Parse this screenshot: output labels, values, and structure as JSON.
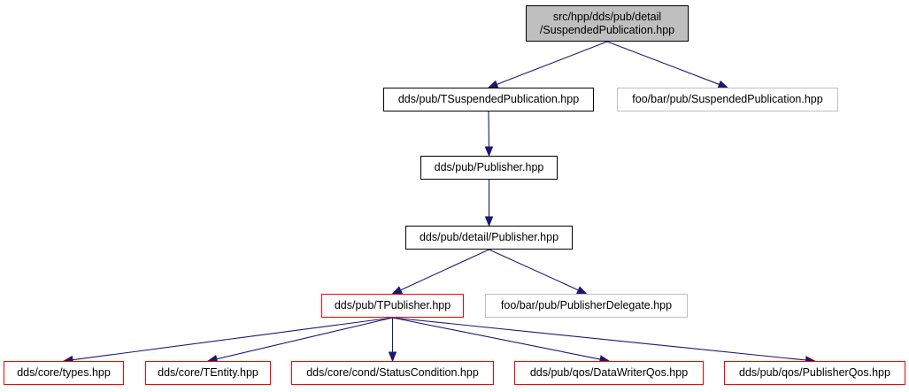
{
  "graph": {
    "nodes": {
      "root": {
        "line1": "src/hpp/dds/pub/detail",
        "line2": "/SuspendedPublication.hpp"
      },
      "tsuspended": {
        "label": "dds/pub/TSuspendedPublication.hpp"
      },
      "foo_suspended": {
        "label": "foo/bar/pub/SuspendedPublication.hpp"
      },
      "publisher": {
        "label": "dds/pub/Publisher.hpp"
      },
      "detail_publisher": {
        "label": "dds/pub/detail/Publisher.hpp"
      },
      "tpublisher": {
        "label": "dds/pub/TPublisher.hpp"
      },
      "foo_delegate": {
        "label": "foo/bar/pub/PublisherDelegate.hpp"
      },
      "core_types": {
        "label": "dds/core/types.hpp"
      },
      "core_tentity": {
        "label": "dds/core/TEntity.hpp"
      },
      "status_condition": {
        "label": "dds/core/cond/StatusCondition.hpp"
      },
      "datawriter_qos": {
        "label": "dds/pub/qos/DataWriterQos.hpp"
      },
      "publisher_qos": {
        "label": "dds/pub/qos/PublisherQos.hpp"
      }
    },
    "edges": [
      [
        "root",
        "tsuspended"
      ],
      [
        "root",
        "foo_suspended"
      ],
      [
        "tsuspended",
        "publisher"
      ],
      [
        "publisher",
        "detail_publisher"
      ],
      [
        "detail_publisher",
        "tpublisher"
      ],
      [
        "detail_publisher",
        "foo_delegate"
      ],
      [
        "tpublisher",
        "core_types"
      ],
      [
        "tpublisher",
        "core_tentity"
      ],
      [
        "tpublisher",
        "status_condition"
      ],
      [
        "tpublisher",
        "datawriter_qos"
      ],
      [
        "tpublisher",
        "publisher_qos"
      ]
    ],
    "colors": {
      "edge": "#191970",
      "root_fill": "#bfbfbf",
      "documented_border": "#000000",
      "undocumented_border": "#ff0000",
      "external_border": "#bfbfbf"
    }
  }
}
